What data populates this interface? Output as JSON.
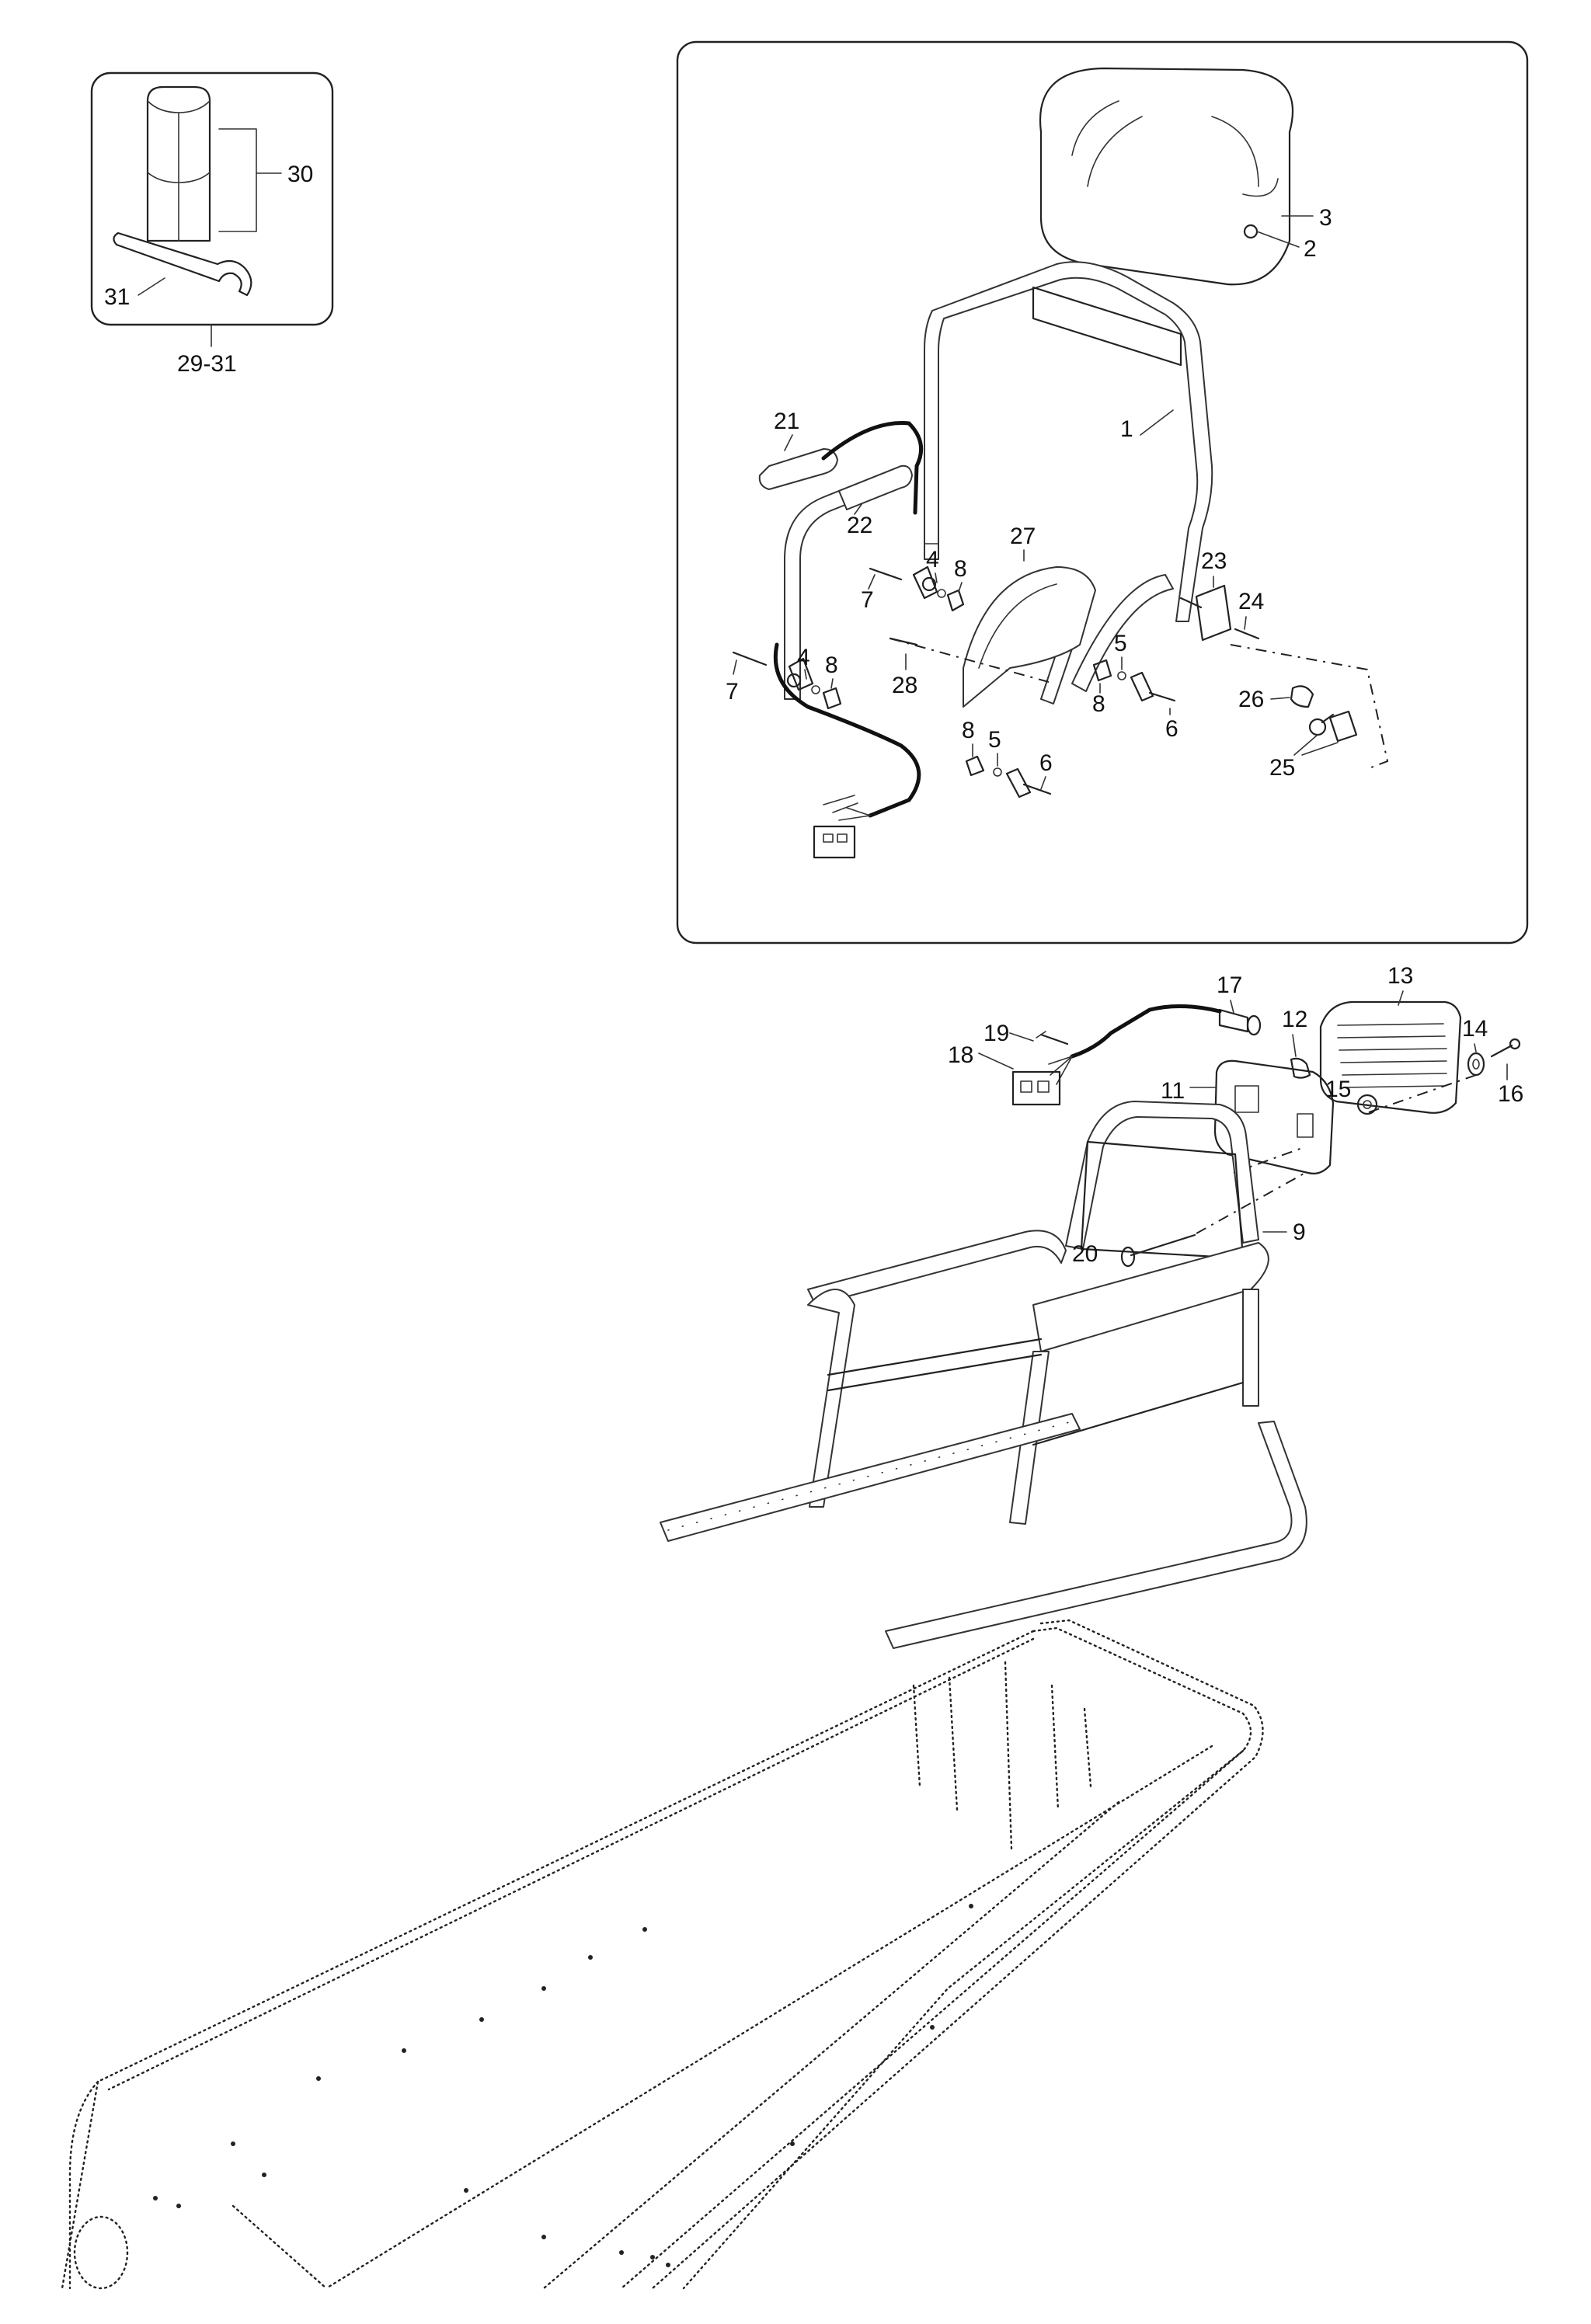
{
  "inset": {
    "callouts": {
      "c30": "30",
      "c31": "31",
      "range": "29-31"
    }
  },
  "backrest_panel": {
    "callouts": {
      "c1": "1",
      "c2": "2",
      "c3": "3",
      "c4a": "4",
      "c4b": "4",
      "c5a": "5",
      "c5b": "5",
      "c6a": "6",
      "c6b": "6",
      "c7a": "7",
      "c7b": "7",
      "c8a": "8",
      "c8b": "8",
      "c8c": "8",
      "c8d": "8",
      "c21": "21",
      "c22": "22",
      "c23": "23",
      "c24": "24",
      "c25": "25",
      "c26": "26",
      "c27": "27",
      "c28": "28"
    }
  },
  "rear_frame": {
    "callouts": {
      "c9": "9",
      "c11": "11",
      "c12": "12",
      "c13": "13",
      "c14": "14",
      "c15": "15",
      "c16": "16",
      "c17": "17",
      "c18": "18",
      "c19": "19",
      "c20": "20"
    }
  }
}
